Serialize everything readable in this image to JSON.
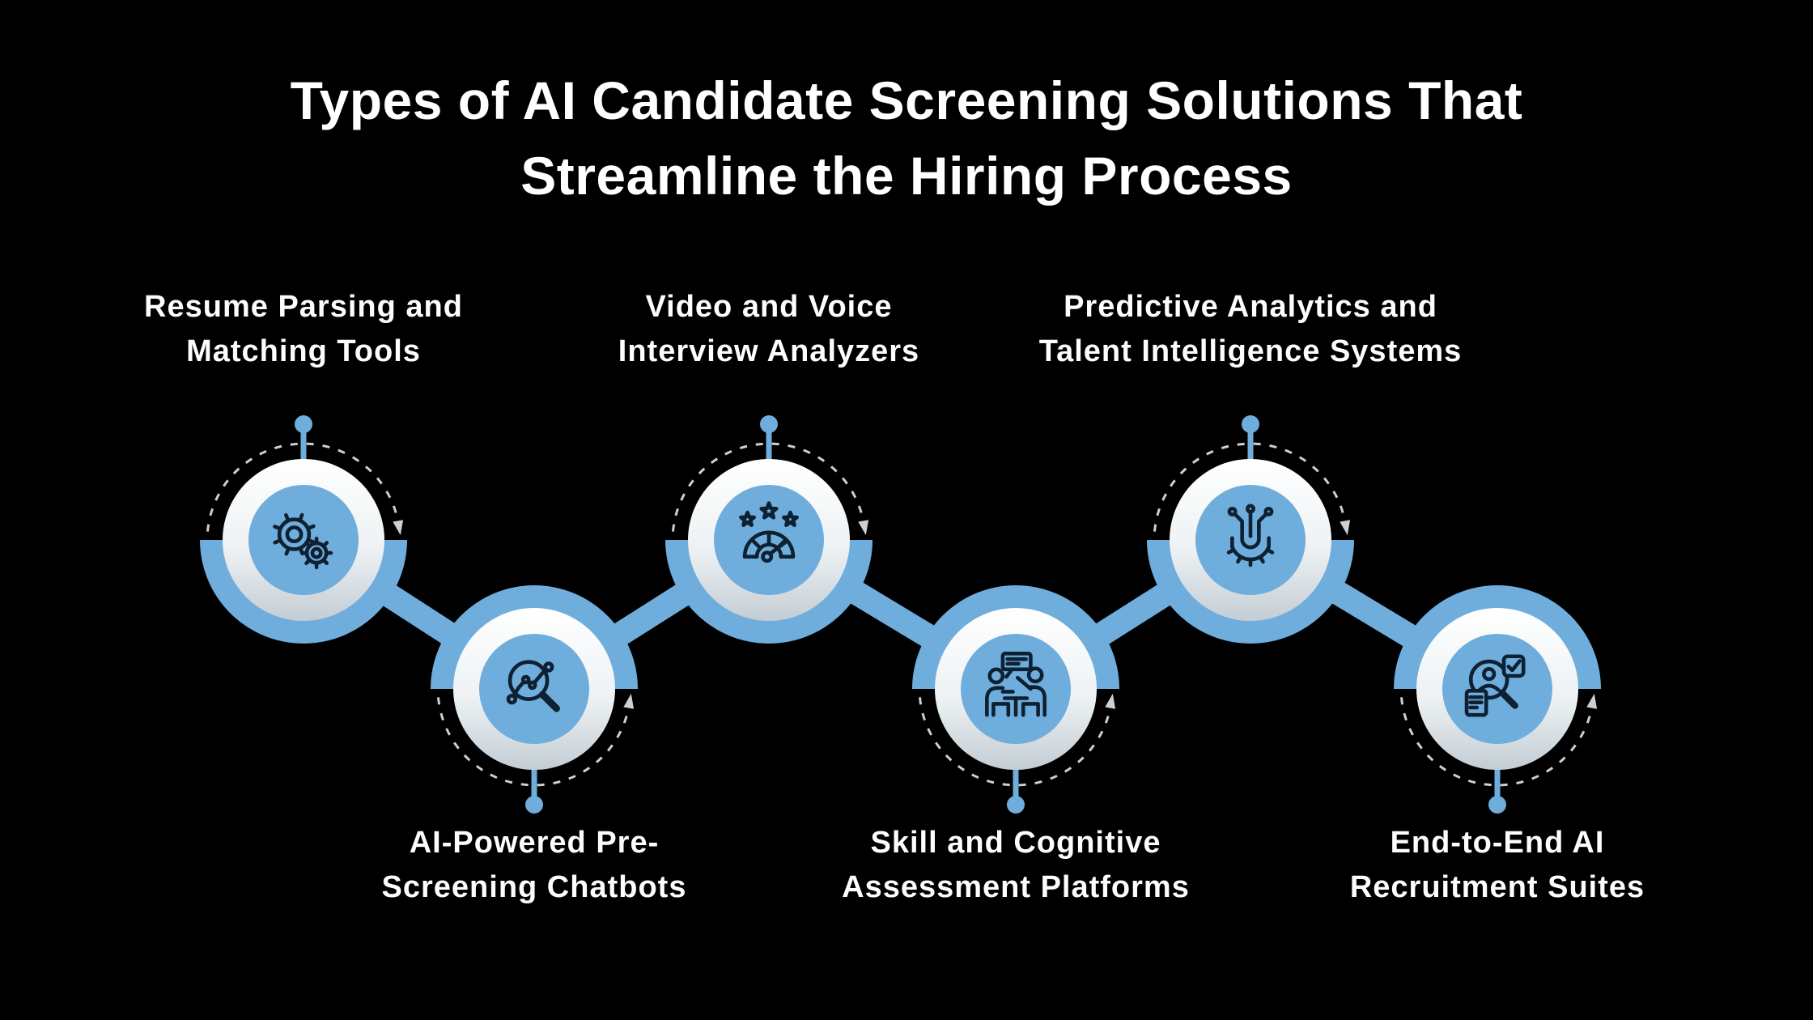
{
  "title": {
    "line1": "Types of AI Candidate Screening Solutions That",
    "line2": "Streamline the Hiring Process"
  },
  "style": {
    "background": "#000000",
    "accent_blue": "#6FADDC",
    "icon_stroke": "#0E2133",
    "ring_white": "#FFFFFF",
    "ring_shade": "#C3CDD4",
    "dashed_arc": "#CFCFCF",
    "text": "#FFFFFF"
  },
  "nodes": [
    {
      "id": "resume-parsing",
      "row": "top",
      "icon": "gears-icon",
      "label_line1": "Resume Parsing and",
      "label_line2": "Matching Tools"
    },
    {
      "id": "prescreening-chatbots",
      "row": "bottom",
      "icon": "search-analytics-icon",
      "label_line1": "AI-Powered Pre-",
      "label_line2": "Screening Chatbots"
    },
    {
      "id": "video-voice-analyzers",
      "row": "top",
      "icon": "gauge-stars-icon",
      "label_line1": "Video and Voice",
      "label_line2": "Interview Analyzers"
    },
    {
      "id": "skill-assessment",
      "row": "bottom",
      "icon": "interview-discussion-icon",
      "label_line1": "Skill and Cognitive",
      "label_line2": "Assessment Platforms"
    },
    {
      "id": "predictive-analytics",
      "row": "top",
      "icon": "gear-circuit-icon",
      "label_line1": "Predictive Analytics and",
      "label_line2": "Talent Intelligence Systems"
    },
    {
      "id": "recruitment-suites",
      "row": "bottom",
      "icon": "candidate-check-icon",
      "label_line1": "End-to-End AI",
      "label_line2": "Recruitment Suites"
    }
  ]
}
